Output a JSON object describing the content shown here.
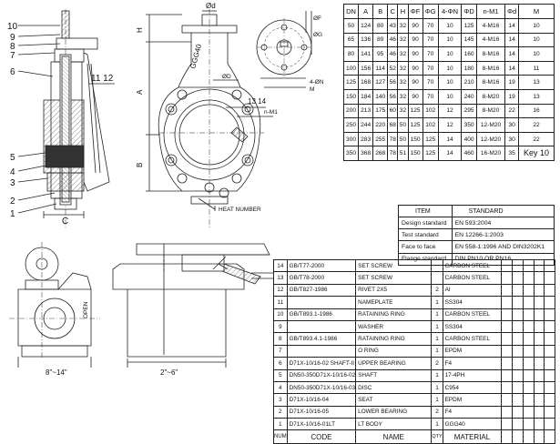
{
  "dim_table": {
    "headers": [
      "DN",
      "A",
      "B",
      "C",
      "H",
      "ΦF",
      "ΦG",
      "4-ΦN",
      "ΦD",
      "n-M1",
      "Φd",
      "M"
    ],
    "rows": [
      [
        "50",
        "124",
        "80",
        "43",
        "32",
        "90",
        "70",
        "10",
        "125",
        "4-M16",
        "14",
        "10"
      ],
      [
        "65",
        "136",
        "89",
        "46",
        "32",
        "90",
        "70",
        "10",
        "145",
        "4-M16",
        "14",
        "10"
      ],
      [
        "80",
        "141",
        "95",
        "46",
        "32",
        "90",
        "70",
        "10",
        "160",
        "8-M16",
        "14",
        "10"
      ],
      [
        "100",
        "156",
        "114",
        "52",
        "32",
        "90",
        "70",
        "10",
        "180",
        "8-M16",
        "14",
        "11"
      ],
      [
        "125",
        "168",
        "127",
        "56",
        "32",
        "90",
        "70",
        "10",
        "210",
        "8-M16",
        "19",
        "13"
      ],
      [
        "150",
        "184",
        "140",
        "56",
        "32",
        "90",
        "70",
        "10",
        "240",
        "8-M20",
        "19",
        "13"
      ],
      [
        "200",
        "213",
        "175",
        "60",
        "32",
        "125",
        "102",
        "12",
        "295",
        "8-M20",
        "22",
        "16"
      ],
      [
        "250",
        "244",
        "220",
        "68",
        "50",
        "125",
        "102",
        "12",
        "350",
        "12-M20",
        "30",
        "22"
      ],
      [
        "300",
        "283",
        "255",
        "78",
        "50",
        "150",
        "125",
        "14",
        "400",
        "12-M20",
        "30",
        "22"
      ],
      [
        "350",
        "368",
        "268",
        "78",
        "51",
        "150",
        "125",
        "14",
        "460",
        "16-M20",
        "35",
        "Key  10"
      ]
    ]
  },
  "standards": {
    "headers": [
      "ITEM",
      "STANDARD"
    ],
    "rows": [
      [
        "Design standard",
        "EN 593:2004"
      ],
      [
        "Test standard",
        "EN 12266-1:2003"
      ],
      [
        "Face to face",
        "EN 558-1:1996 AND DIN3202K1"
      ],
      [
        "Flange standard",
        "DIN PN10 OR PN16"
      ]
    ]
  },
  "parts": {
    "footer": [
      "NUM",
      "CODE",
      "NAME",
      "QTY",
      "MATERIAL"
    ],
    "rows": [
      [
        "14",
        "GB/T77-2000",
        "SET SCREW",
        "",
        "CARBON STEEL"
      ],
      [
        "13",
        "GB/T78-2000",
        "SET SCREW",
        "",
        "CARBON STEEL"
      ],
      [
        "12",
        "GB/T827-1986",
        "RIVET 2X5",
        "2",
        "Al"
      ],
      [
        "11",
        "",
        "NAMEPLATE",
        "1",
        "SS304"
      ],
      [
        "10",
        "GB/T893.1-1986",
        "RATAINING RING",
        "1",
        "CARBON STEEL"
      ],
      [
        "9",
        "",
        "WASHER",
        "1",
        "SS304"
      ],
      [
        "8",
        "GB/T893.4.1-1986",
        "RATAINING RING",
        "1",
        "CARBON STEEL"
      ],
      [
        "7",
        "",
        "O RING",
        "1",
        "EPDM"
      ],
      [
        "6",
        "D71X-10/16-02 SHAFT-II",
        "UPPER BEARING",
        "2",
        "F4"
      ],
      [
        "5",
        "DN50-350D71X-10/16-02",
        "SHAFT",
        "1",
        "17-4PH"
      ],
      [
        "4",
        "DN50-350D71X-10/16-03",
        "DISC",
        "1",
        "C954"
      ],
      [
        "3",
        "D71X-10/16-04",
        "SEAT",
        "1",
        "EPDM"
      ],
      [
        "2",
        "D71X-10/16-05",
        "LOWER BEARING",
        "2",
        "F4"
      ],
      [
        "1",
        "D71X-10/16-01LT",
        "LT BODY",
        "1",
        "GGG40"
      ]
    ]
  },
  "labels": {
    "left_balloons": [
      "10",
      "9",
      "8",
      "7",
      "6",
      "5",
      "4",
      "3",
      "2",
      "1"
    ],
    "nameplate_callout": "11 12",
    "dim_c": "C",
    "dim_phi_d": "Ød",
    "dim_h": "H",
    "dim_a": "A",
    "dim_b": "B",
    "dim_phi_d_big": "ØD",
    "callout_13_14": "13 14",
    "callout_n_m1": "n-M1",
    "heat_number": "HEAT NUMBER",
    "body_mark": "GGG40",
    "dim_phi_f": "ØF",
    "dim_phi_g": "ØG",
    "dim_4_phi_n": "4-ØN",
    "dim_m": "M",
    "size_left": "8\"~14\"",
    "size_right": "2\"~6\"",
    "gear_mark": "OPEN"
  }
}
